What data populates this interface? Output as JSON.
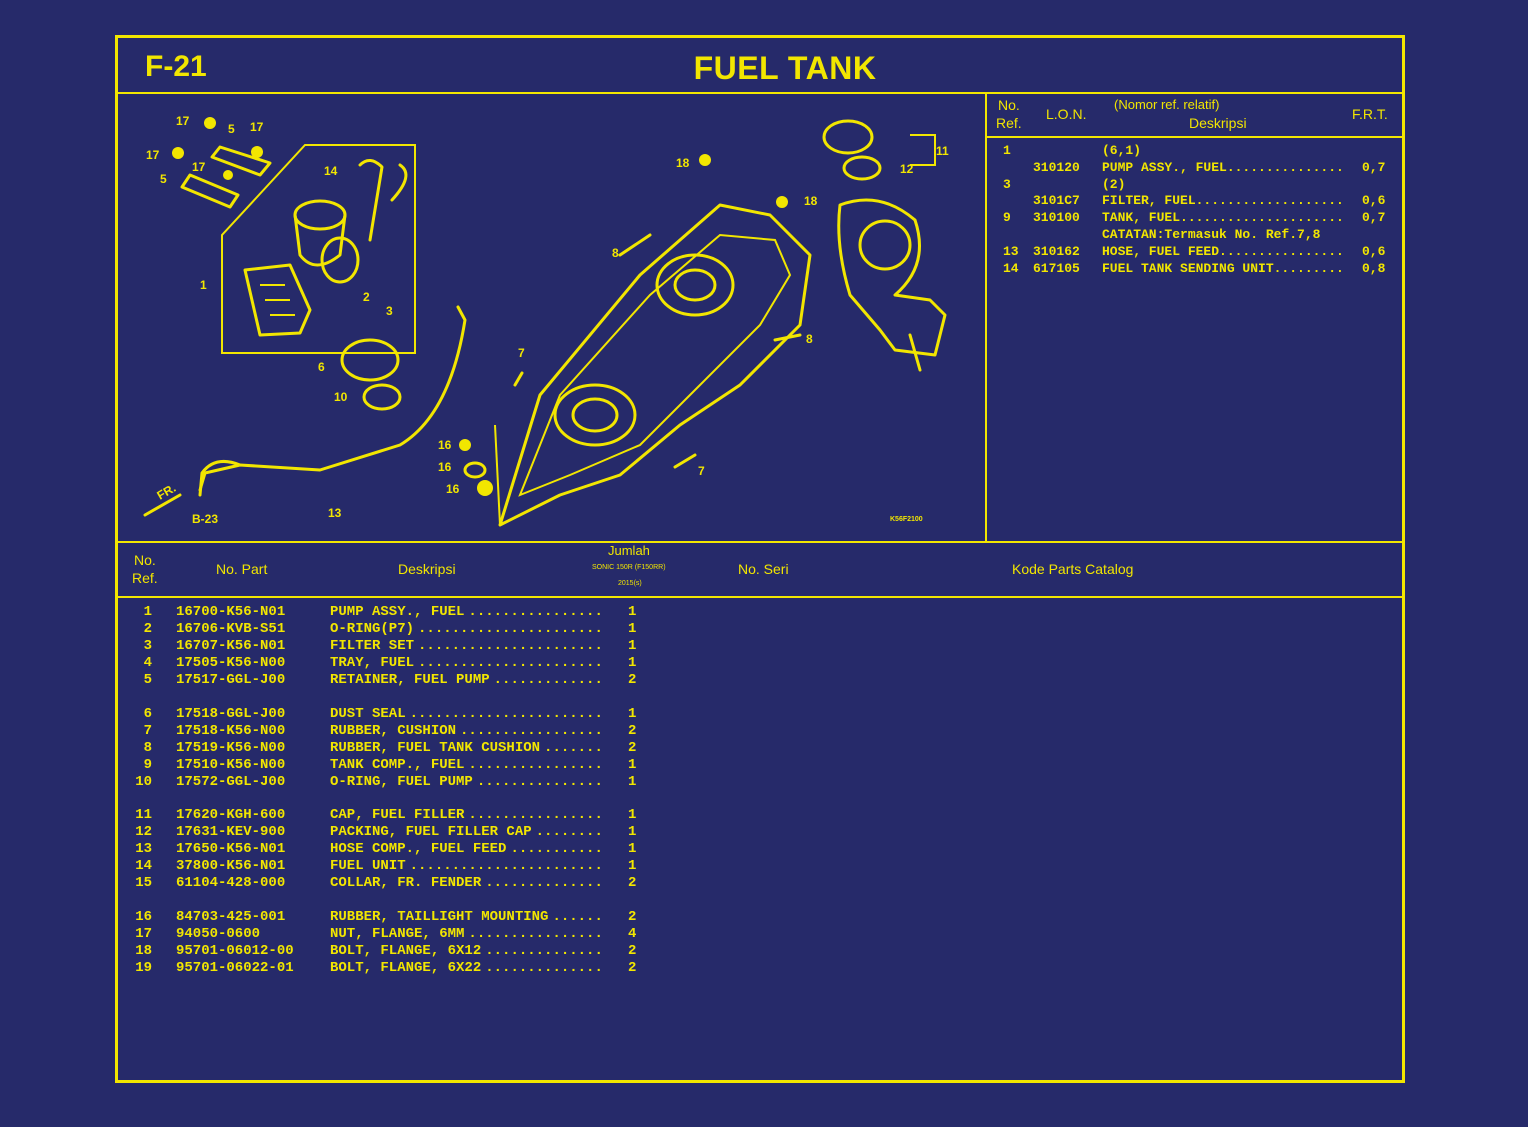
{
  "sheet": {
    "code": "F-21",
    "title": "FUEL TANK"
  },
  "lon_panel": {
    "headers": {
      "no_ref_1": "No.",
      "no_ref_2": "Ref.",
      "lon": "L.O.N.",
      "desc_1": "(Nomor ref. relatif)",
      "desc_2": "Deskripsi",
      "frt": "F.R.T."
    },
    "rows": [
      {
        "ref": "1",
        "code": "",
        "desc": "(6,1)",
        "frt": ""
      },
      {
        "ref": "",
        "code": "310120",
        "desc": "PUMP ASSY., FUEL...............",
        "frt": "0,7"
      },
      {
        "ref": "3",
        "code": "",
        "desc": "(2)",
        "frt": ""
      },
      {
        "ref": "",
        "code": "3101C7",
        "desc": "FILTER, FUEL...................",
        "frt": "0,6"
      },
      {
        "ref": "9",
        "code": "310100",
        "desc": "TANK, FUEL.....................",
        "frt": "0,7"
      },
      {
        "ref": "",
        "code": "",
        "desc": "CATATAN:Termasuk No. Ref.7,8",
        "frt": ""
      },
      {
        "ref": "13",
        "code": "310162",
        "desc": "HOSE, FUEL FEED................",
        "frt": "0,6"
      },
      {
        "ref": "14",
        "code": "617105",
        "desc": "FUEL TANK SENDING UNIT.........",
        "frt": "0,8"
      }
    ]
  },
  "diagram": {
    "callouts": [
      "17",
      "5",
      "17",
      "17",
      "17",
      "5",
      "14",
      "1",
      "2",
      "3",
      "6",
      "10",
      "13",
      "7",
      "8",
      "18",
      "18",
      "11",
      "12",
      "8",
      "7",
      "16",
      "16",
      "16",
      "FR.",
      "B-23"
    ],
    "code": "K56F2100"
  },
  "table": {
    "headers": {
      "no_ref_1": "No.",
      "no_ref_2": "Ref.",
      "no_part": "No. Part",
      "deskripsi": "Deskripsi",
      "jumlah": "Jumlah",
      "jumlah_model": "SONIC 150R (F150RR)",
      "jumlah_year": "2015(s)",
      "no_seri": "No. Seri",
      "kode": "Kode Parts Catalog"
    },
    "dots": "........................................",
    "groups": [
      [
        {
          "ref": "1",
          "part": "16700-K56-N01",
          "desc": "PUMP ASSY., FUEL",
          "qty": "1"
        },
        {
          "ref": "2",
          "part": "16706-KVB-S51",
          "desc": "O-RING(P7)",
          "qty": "1"
        },
        {
          "ref": "3",
          "part": "16707-K56-N01",
          "desc": "FILTER SET",
          "qty": "1"
        },
        {
          "ref": "4",
          "part": "17505-K56-N00",
          "desc": "TRAY, FUEL",
          "qty": "1"
        },
        {
          "ref": "5",
          "part": "17517-GGL-J00",
          "desc": "RETAINER, FUEL PUMP",
          "qty": "2"
        }
      ],
      [
        {
          "ref": "6",
          "part": "17518-GGL-J00",
          "desc": "DUST SEAL",
          "qty": "1"
        },
        {
          "ref": "7",
          "part": "17518-K56-N00",
          "desc": "RUBBER, CUSHION",
          "qty": "2"
        },
        {
          "ref": "8",
          "part": "17519-K56-N00",
          "desc": "RUBBER, FUEL TANK CUSHION",
          "qty": "2"
        },
        {
          "ref": "9",
          "part": "17510-K56-N00",
          "desc": "TANK COMP., FUEL",
          "qty": "1"
        },
        {
          "ref": "10",
          "part": "17572-GGL-J00",
          "desc": "O-RING, FUEL PUMP",
          "qty": "1"
        }
      ],
      [
        {
          "ref": "11",
          "part": "17620-KGH-600",
          "desc": "CAP, FUEL FILLER",
          "qty": "1"
        },
        {
          "ref": "12",
          "part": "17631-KEV-900",
          "desc": "PACKING, FUEL FILLER CAP",
          "qty": "1"
        },
        {
          "ref": "13",
          "part": "17650-K56-N01",
          "desc": "HOSE COMP., FUEL FEED",
          "qty": "1"
        },
        {
          "ref": "14",
          "part": "37800-K56-N01",
          "desc": "FUEL UNIT",
          "qty": "1"
        },
        {
          "ref": "15",
          "part": "61104-428-000",
          "desc": "COLLAR, FR. FENDER",
          "qty": "2"
        }
      ],
      [
        {
          "ref": "16",
          "part": "84703-425-001",
          "desc": "RUBBER, TAILLIGHT MOUNTING",
          "qty": "2"
        },
        {
          "ref": "17",
          "part": "94050-0600",
          "desc": "NUT, FLANGE, 6MM",
          "qty": "4"
        },
        {
          "ref": "18",
          "part": "95701-06012-00",
          "desc": "BOLT, FLANGE, 6X12",
          "qty": "2"
        },
        {
          "ref": "19",
          "part": "95701-06022-01",
          "desc": "BOLT, FLANGE, 6X22",
          "qty": "2"
        }
      ]
    ]
  },
  "colors": {
    "background": "#262a6a",
    "ink": "#f2e600"
  }
}
